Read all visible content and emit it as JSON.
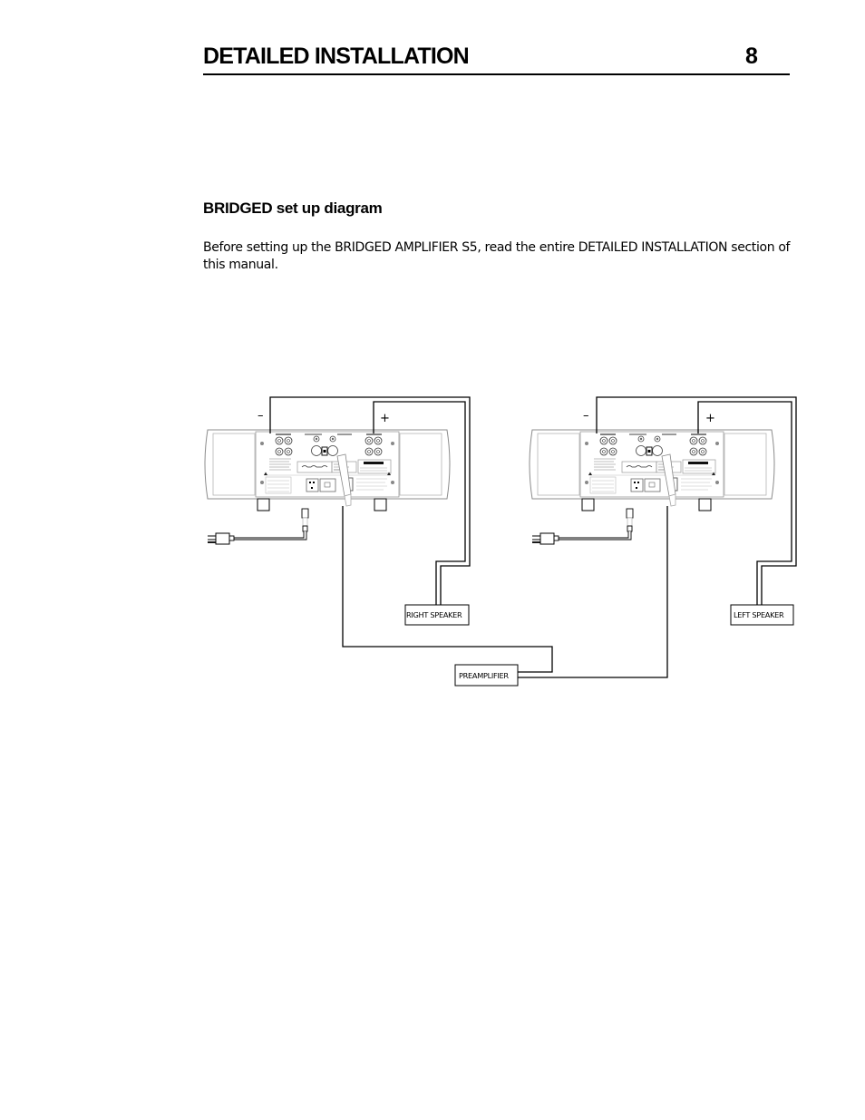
{
  "header": {
    "title": "DETAILED INSTALLATION",
    "page_number": "8"
  },
  "section": {
    "heading": "BRIDGED set up diagram",
    "intro": "Before setting up the BRIDGED AMPLIFIER S5,  read the entire DETAILED INSTALLATION section of this manual."
  },
  "diagram": {
    "amplifiers": [
      {
        "id": "amp-right",
        "minus_label": "–",
        "plus_label": "+"
      },
      {
        "id": "amp-left",
        "minus_label": "–",
        "plus_label": "+"
      }
    ],
    "labels": {
      "right_speaker": "RIGHT SPEAKER",
      "left_speaker": "LEFT SPEAKER",
      "preamplifier": "PREAMPLIFIER"
    },
    "colors": {
      "line": "#000000",
      "chassis": "#8a8a8a",
      "background": "#ffffff"
    }
  }
}
